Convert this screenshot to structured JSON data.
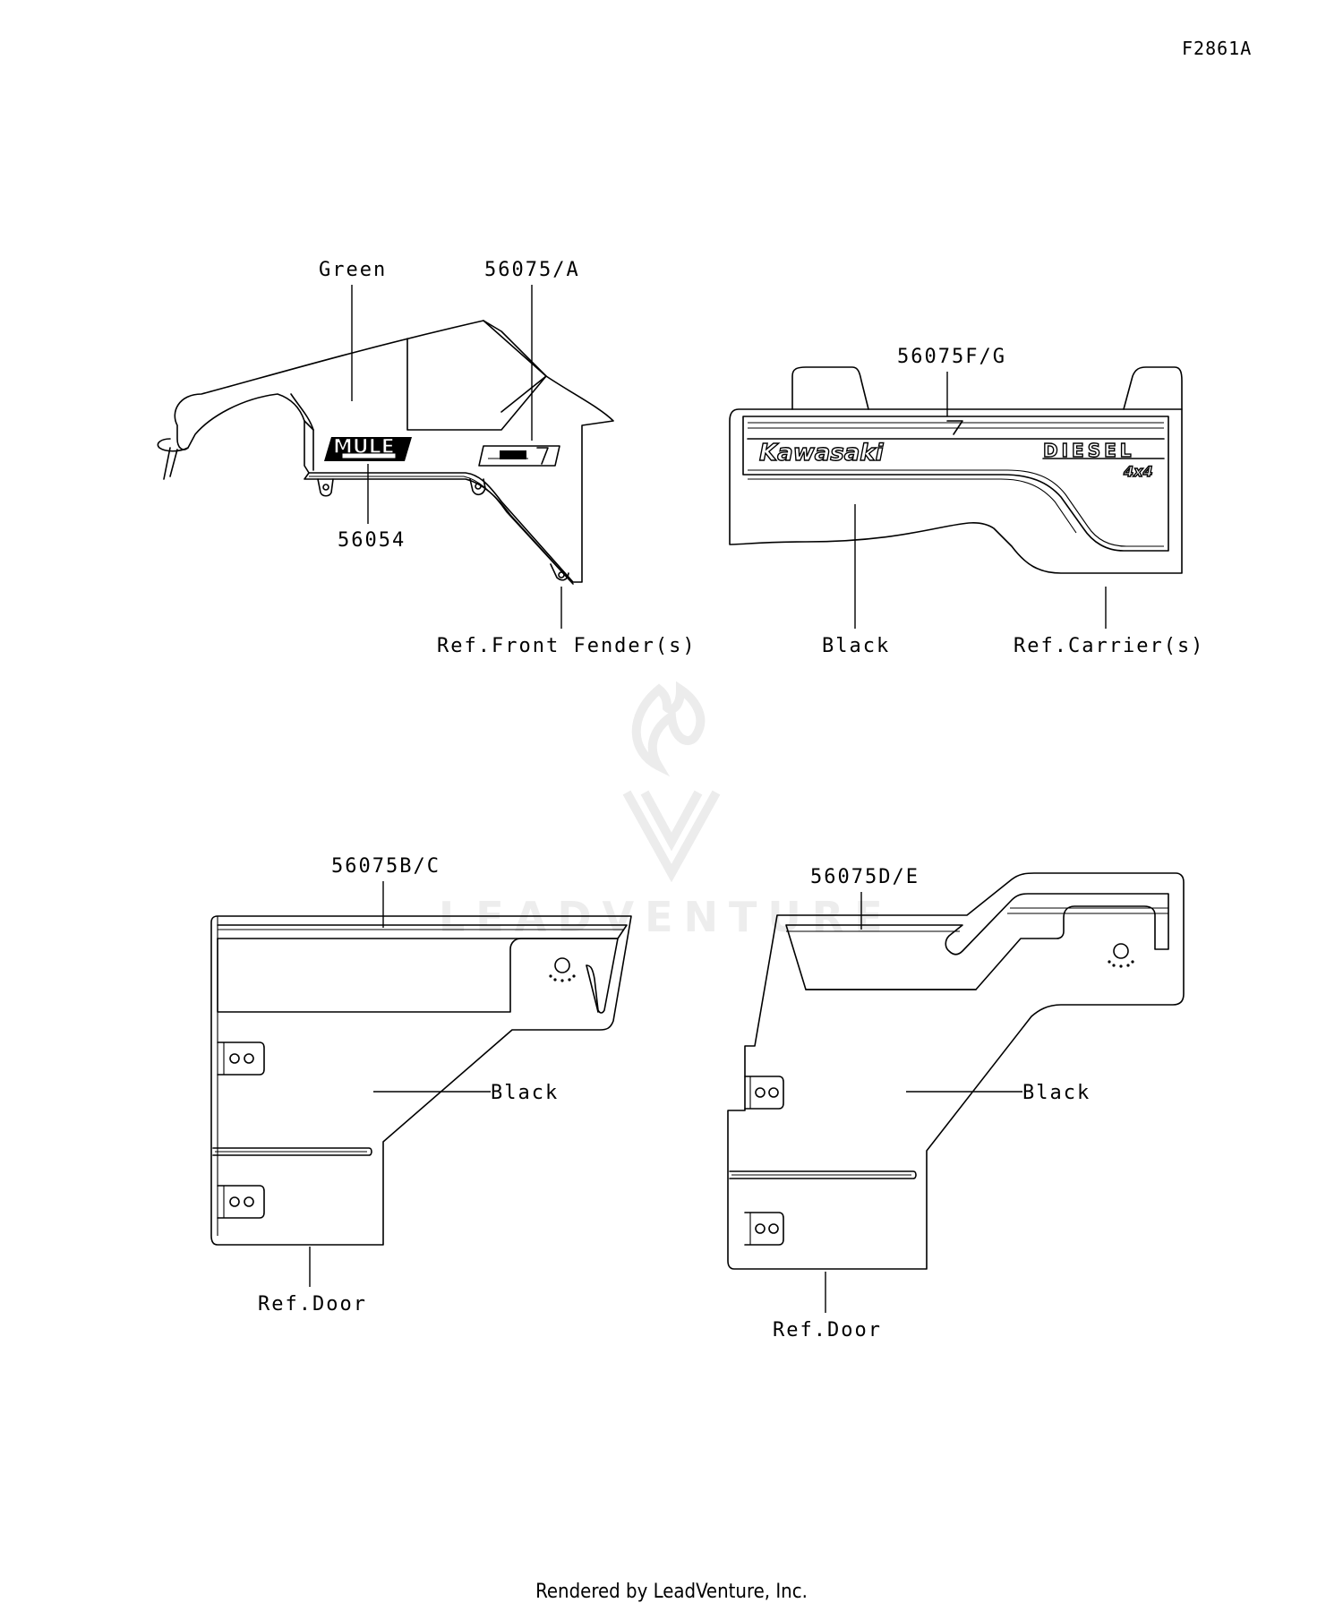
{
  "diagram_id": "F2861A",
  "watermark": "LEADVENTURE",
  "footer": "Rendered by LeadVenture, Inc.",
  "decal_text": {
    "mule": "MULE",
    "kawasaki": "Kawasaki",
    "diesel": "DIESEL",
    "four_by_four": "4x4"
  },
  "labels": {
    "green": "Green",
    "part_56075_a": "56075/A",
    "part_56054": "56054",
    "ref_front_fender": "Ref.Front Fender(s)",
    "part_56075_fg": "56075F/G",
    "black_carrier": "Black",
    "ref_carrier": "Ref.Carrier(s)",
    "part_56075_bc": "56075B/C",
    "black_door_left": "Black",
    "ref_door_left": "Ref.Door",
    "part_56075_de": "56075D/E",
    "black_door_right": "Black",
    "ref_door_right": "Ref.Door"
  }
}
